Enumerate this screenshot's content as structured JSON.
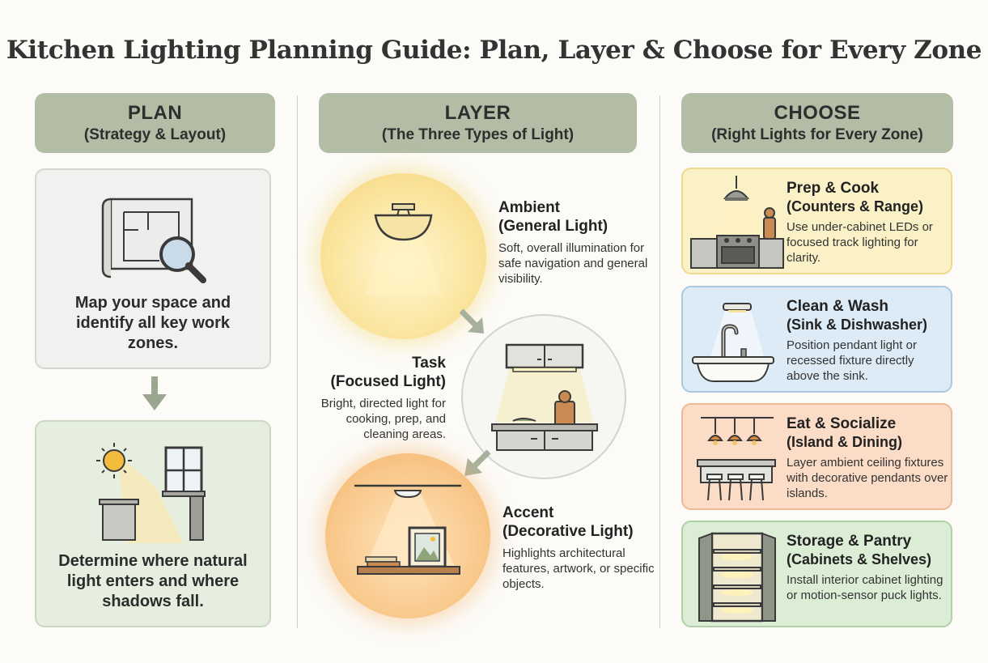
{
  "title": "Kitchen Lighting Planning Guide: Plan, Layer & Choose for Every Zone",
  "columns": {
    "plan": {
      "heading": "PLAN",
      "subheading": "(Strategy & Layout)"
    },
    "layer": {
      "heading": "LAYER",
      "subheading": "(The Three Types of Light)"
    },
    "choose": {
      "heading": "CHOOSE",
      "subheading": "(Right Lights for Every Zone)"
    }
  },
  "plan_steps": [
    {
      "text": "Map your space and identify all key work zones.",
      "icon": "blueprint-magnifier-icon"
    },
    {
      "text": "Determine where natural light enters and where shadows fall.",
      "icon": "sun-window-icon"
    }
  ],
  "layers": [
    {
      "title": "Ambient",
      "subtitle": "(General Light)",
      "description": "Soft, overall illumination for safe navigation and general visibility.",
      "icon": "ceiling-fixture-icon"
    },
    {
      "title": "Task",
      "subtitle": "(Focused Light)",
      "description": "Bright, directed light for cooking, prep, and cleaning areas.",
      "icon": "under-cabinet-light-icon"
    },
    {
      "title": "Accent",
      "subtitle": "(Decorative Light)",
      "description": "Highlights architectural features, artwork, or specific objects.",
      "icon": "picture-shelf-light-icon"
    }
  ],
  "zones": [
    {
      "title": "Prep & Cook",
      "subtitle": "(Counters & Range)",
      "description": "Use under-cabinet LEDs or focused track lighting for clarity.",
      "icon": "stove-pendant-icon",
      "bg": "#fbf1c7",
      "border": "#ecd98e"
    },
    {
      "title": "Clean & Wash",
      "subtitle": "(Sink & Dishwasher)",
      "description": "Position pendant light or recessed fixture directly above the sink.",
      "icon": "sink-icon",
      "bg": "#dcebf6",
      "border": "#aac9e0"
    },
    {
      "title": "Eat & Socialize",
      "subtitle": "(Island & Dining)",
      "description": "Layer ambient ceiling fixtures with decorative pendants over islands.",
      "icon": "island-pendants-icon",
      "bg": "#fbdcc6",
      "border": "#eeb895"
    },
    {
      "title": "Storage & Pantry",
      "subtitle": "(Cabinets & Shelves)",
      "description": "Install interior cabinet lighting or motion-sensor puck lights.",
      "icon": "pantry-cabinet-icon",
      "bg": "#dcedd6",
      "border": "#b0d0a7"
    }
  ]
}
